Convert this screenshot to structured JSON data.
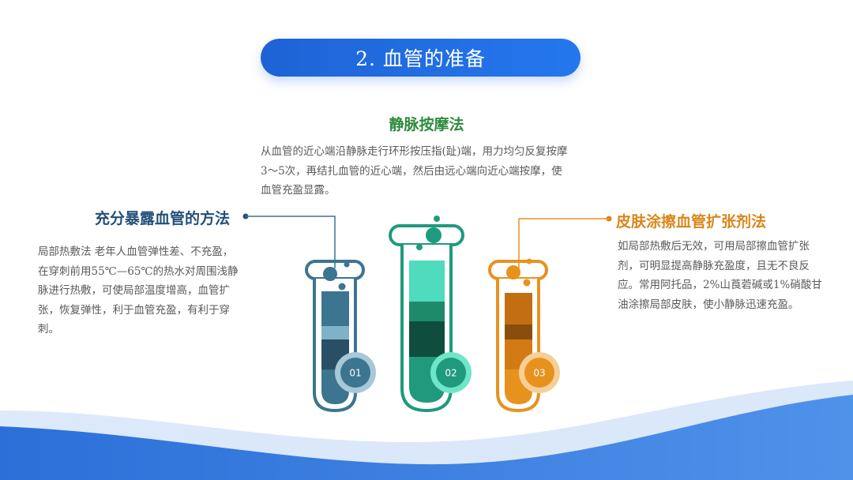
{
  "slide": {
    "title": "2. 血管的准备",
    "sections": {
      "middle": {
        "heading": "静脉按摩法",
        "body": "从血管的近心端沿静脉走行环形按压指(趾)端，用力均匀反复按摩3～5次，再结扎血管的近心端，然后由远心端向近心端按摩，使血管充盈显露。",
        "color": "#2d8a3e"
      },
      "left": {
        "heading": "充分暴露血管的方法",
        "body": "局部热敷法 老年人血管弹性差、不充盈，在穿刺前用55℃—65℃的热水对周围浅静脉进行热敷，可使局部温度增高，血管扩张，恢复弹性，利于血管充盈，有利于穿刺。",
        "color": "#23507a"
      },
      "right": {
        "heading": "皮肤涂擦血管扩张剂法",
        "body": "如局部热敷后无效，可用局部擦血管扩张剂，可明显提高静脉充盈度，且无不良反应。常用阿托品，2%山莨菪碱或1%硝酸甘油涂擦局部皮肤，使小静脉迅速充盈。",
        "color": "#d9861a"
      }
    },
    "tubes": [
      {
        "label": "01",
        "color": "#3c7590"
      },
      {
        "label": "02",
        "color": "#1f9a7c"
      },
      {
        "label": "03",
        "color": "#e8921e"
      }
    ],
    "theme": {
      "accent": "#2477ee"
    }
  }
}
